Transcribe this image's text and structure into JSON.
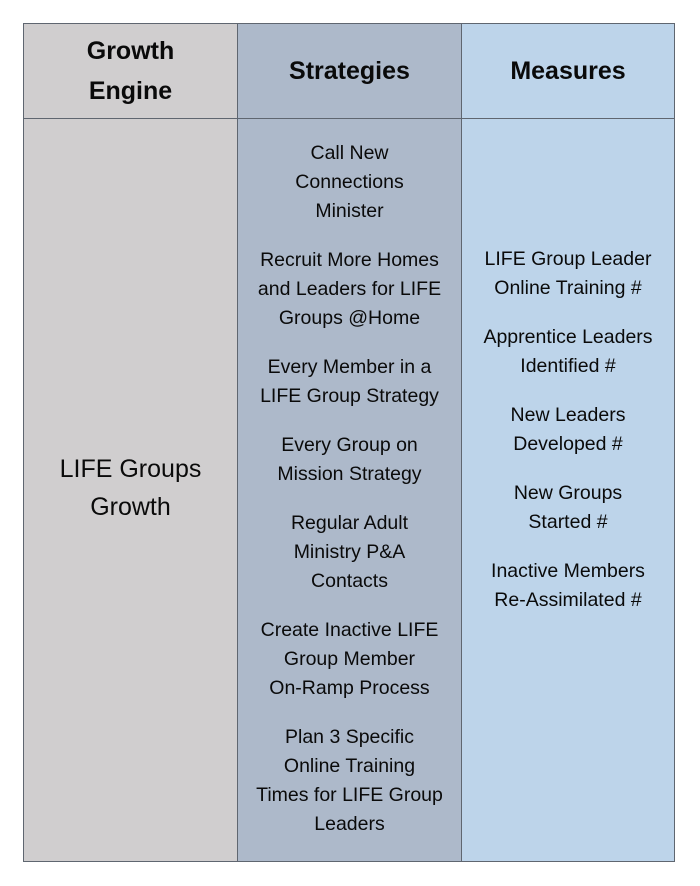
{
  "table": {
    "headers": [
      "Growth\nEngine",
      "Strategies",
      "Measures"
    ],
    "colors": {
      "growth_engine": "#d0cecf",
      "strategies": "#adb9ca",
      "measures": "#bdd4ea",
      "border": "#5f6670"
    },
    "growth_engine": "LIFE Groups\nGrowth",
    "strategies": [
      "Call New\nConnections\nMinister",
      "Recruit More Homes\nand Leaders for LIFE\nGroups @Home",
      "Every Member in a\nLIFE Group Strategy",
      "Every Group on\nMission Strategy",
      "Regular Adult\nMinistry P&A\nContacts",
      "Create Inactive LIFE\nGroup Member\nOn-Ramp Process",
      "Plan 3 Specific\nOnline Training\nTimes for LIFE Group\nLeaders"
    ],
    "measures": [
      "LIFE Group Leader\nOnline Training #",
      "Apprentice Leaders\nIdentified #",
      "New Leaders\nDeveloped #",
      "New Groups\nStarted #",
      "Inactive Members\nRe-Assimilated #"
    ]
  }
}
